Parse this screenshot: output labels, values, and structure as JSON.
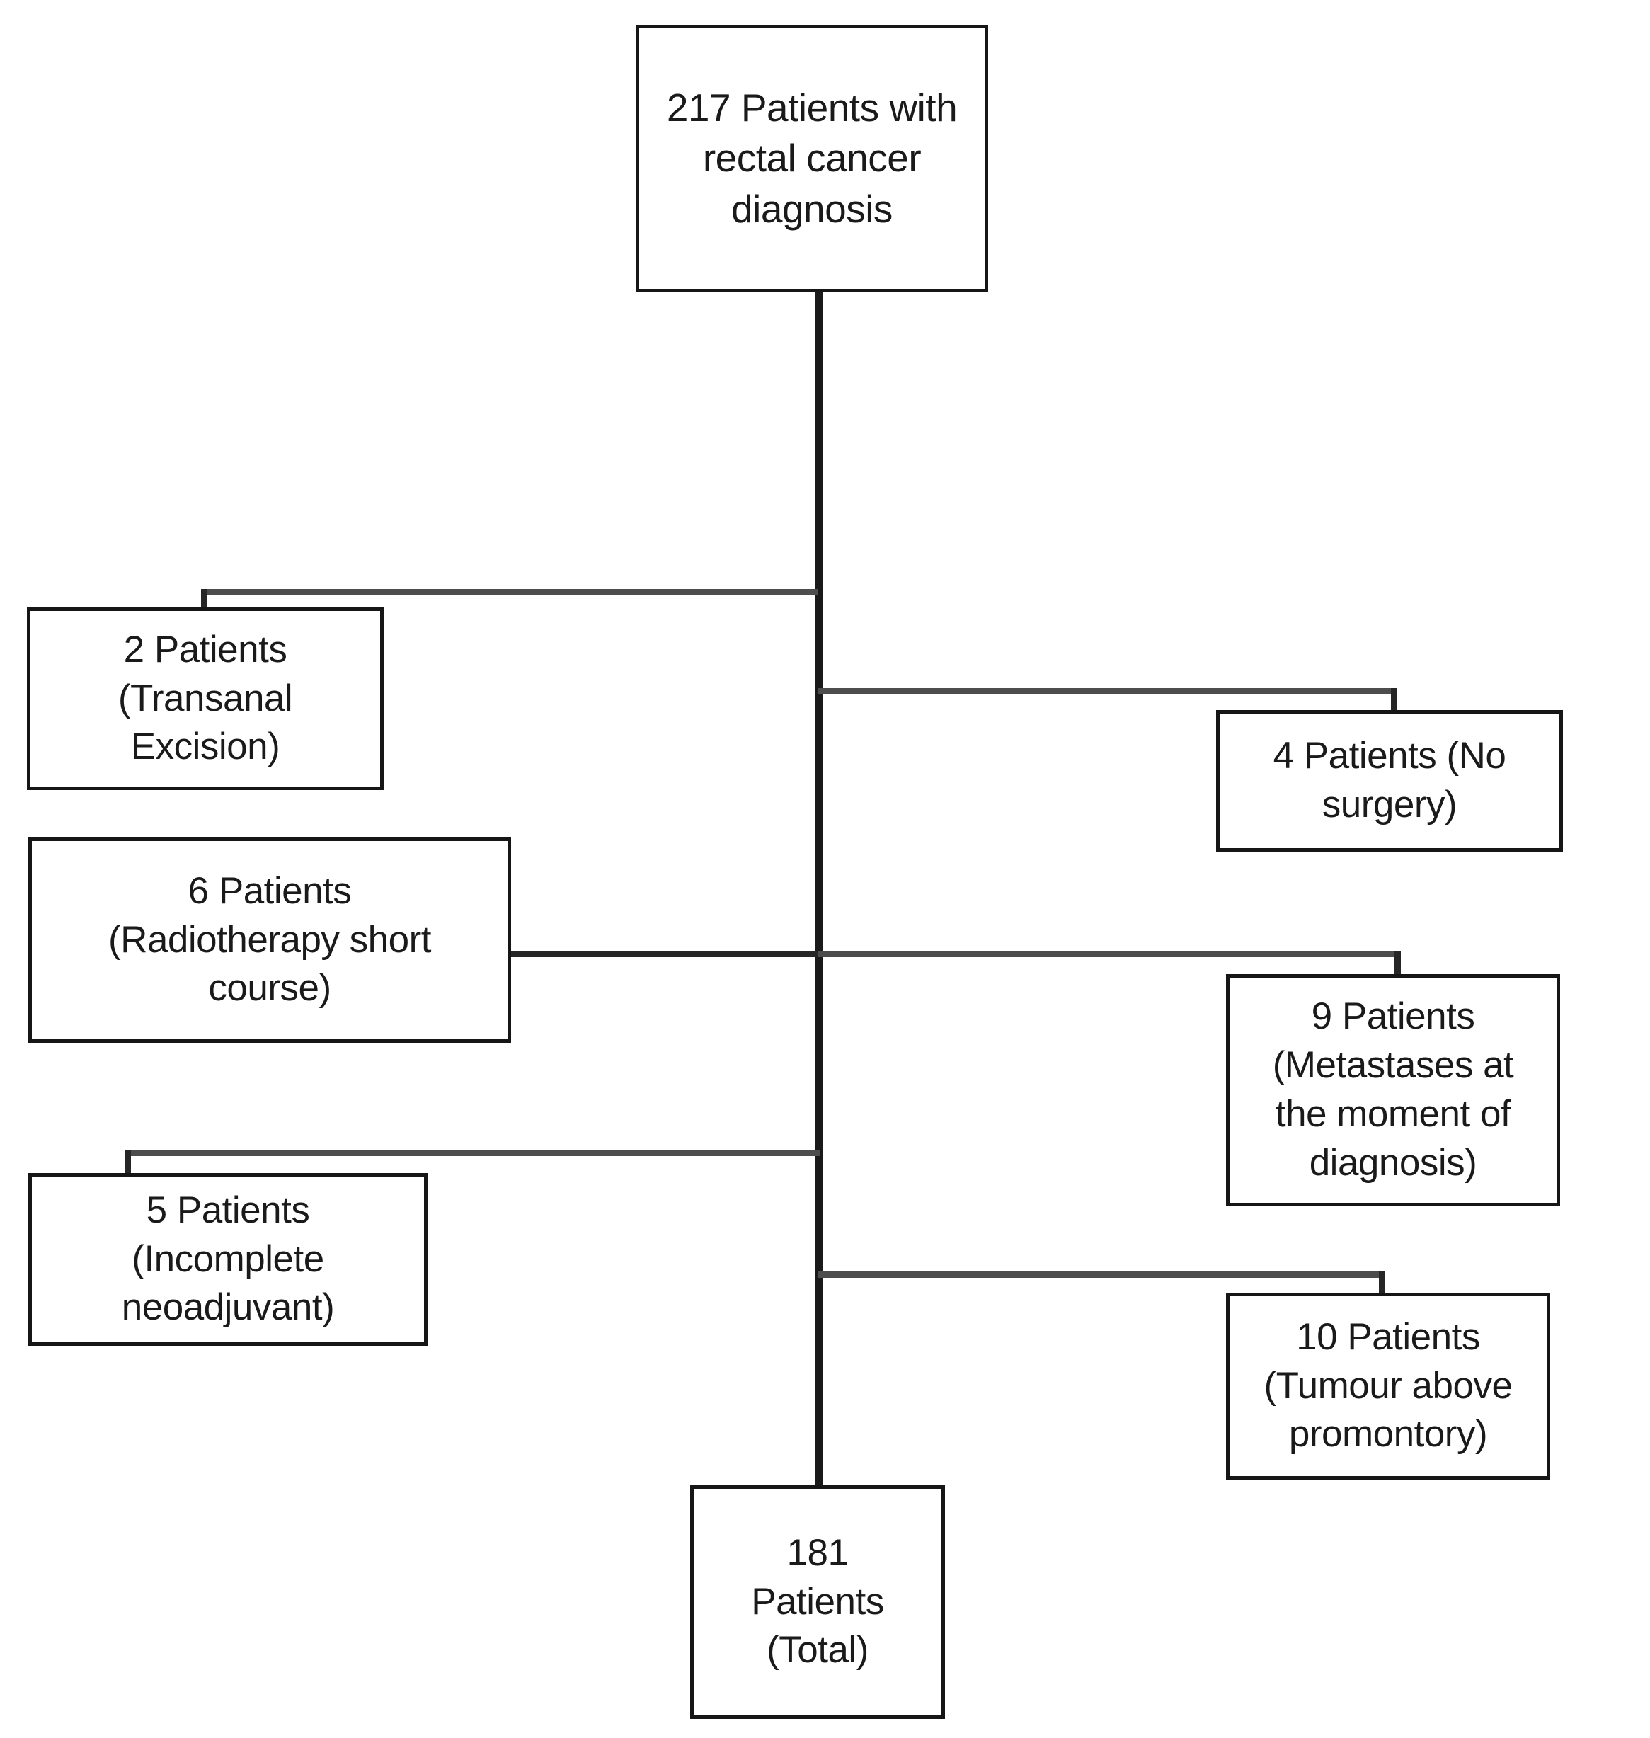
{
  "diagram": {
    "type": "patient-flow-chart",
    "orientation": "vertical-trunk-with-side-exclusions",
    "nodes": {
      "root": {
        "count": 217,
        "label": "217 Patients with\nrectal cancer\ndiagnosis"
      },
      "transanal_excision": {
        "count": 2,
        "label": "2 Patients\n(Transanal\nExcision)"
      },
      "no_surgery": {
        "count": 4,
        "label": "4 Patients (No\nsurgery)"
      },
      "radiotherapy_short_course": {
        "count": 6,
        "label": "6 Patients\n(Radiotherapy short\ncourse)"
      },
      "metastases_at_diagnosis": {
        "count": 9,
        "label": "9 Patients\n(Metastases at\nthe moment  of\ndiagnosis)"
      },
      "incomplete_neoadjuvant": {
        "count": 5,
        "label": "5 Patients\n(Incomplete\nneoadjuvant)"
      },
      "tumour_above_promontory": {
        "count": 10,
        "label": "10 Patients\n(Tumour above\npromontory)"
      },
      "total": {
        "count": 181,
        "label": "181\nPatients\n(Total)"
      }
    },
    "colors": {
      "box_border": "#161616",
      "connector": "#4d4d4d",
      "connector_dark": "#262626",
      "text": "#1a1a1a",
      "background": "#ffffff"
    }
  }
}
